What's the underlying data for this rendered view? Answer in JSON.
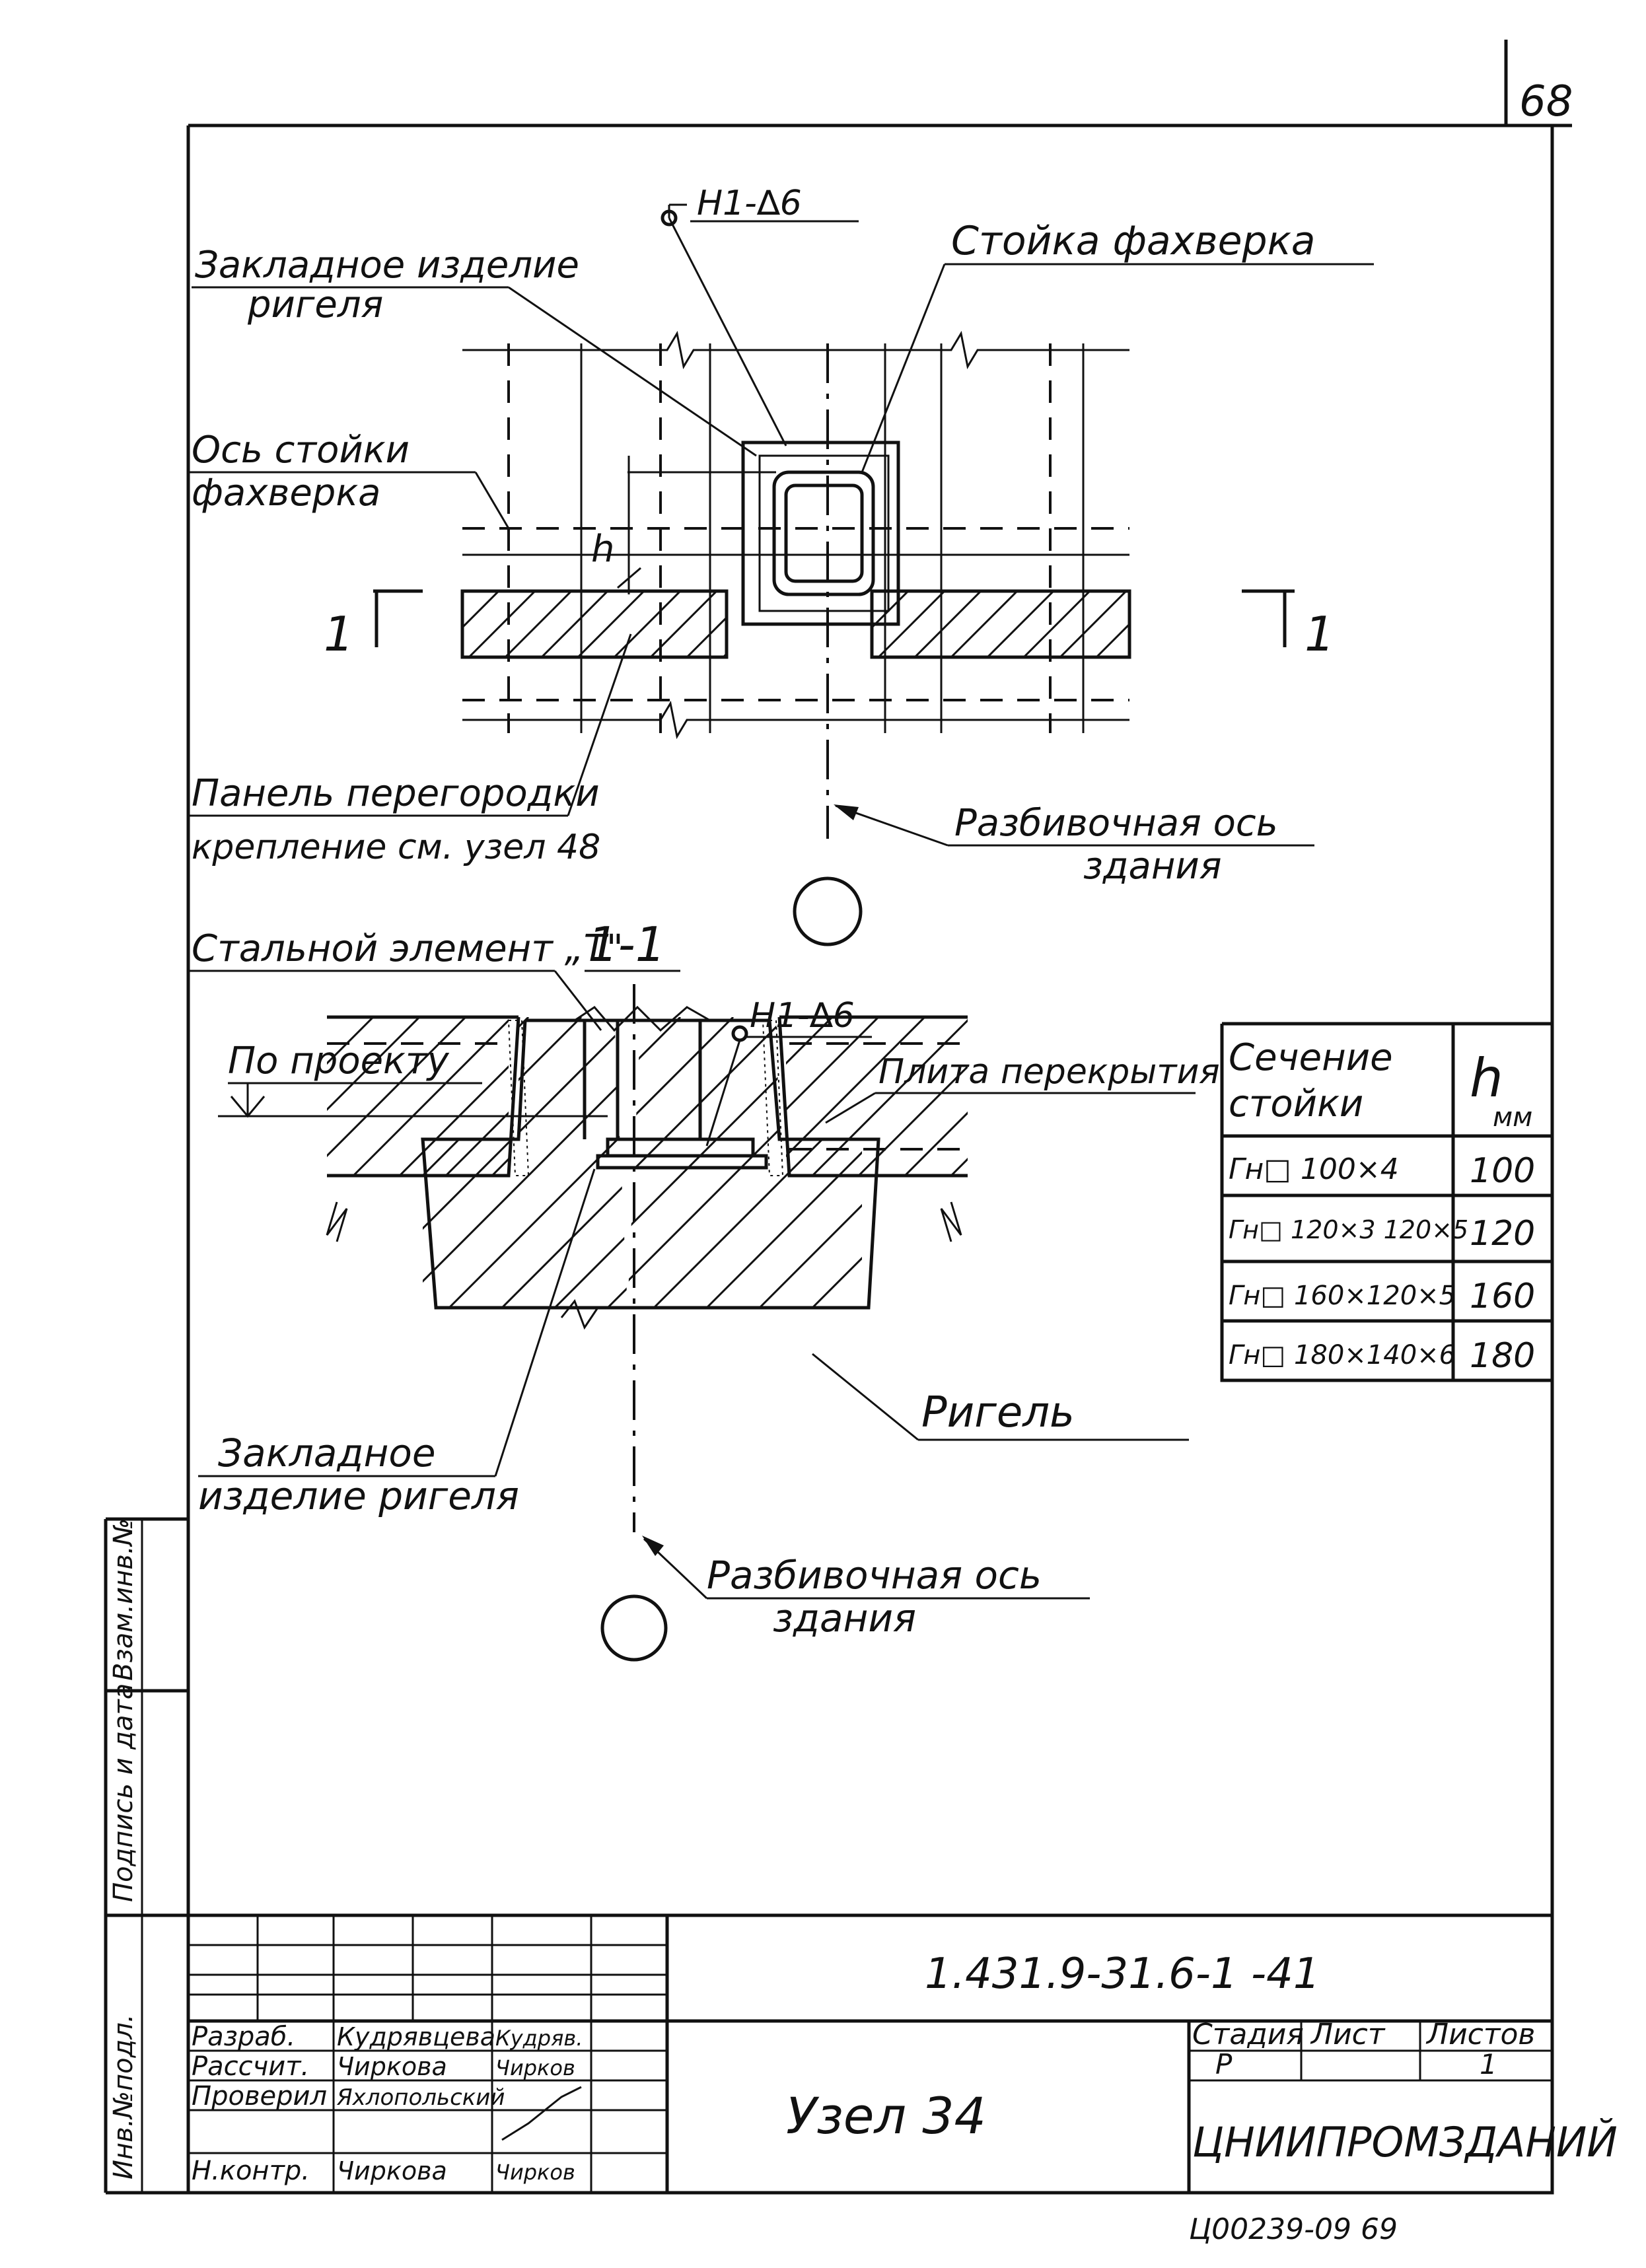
{
  "sheet_number": "68",
  "plan_view": {
    "weld_mark": "Н1-∆6",
    "label_embedded_part": [
      "Закладное изделие",
      "ригеля"
    ],
    "label_post": "Стойка фахверка",
    "label_post_axis": [
      "Ось стойки",
      "фахверка"
    ],
    "dimension_h": "h",
    "section_mark_left": "1",
    "section_mark_right": "1",
    "label_panel": [
      "Панель перегородки",
      "крепление см. узел 48"
    ],
    "label_layout_axis": [
      "Разбивочная ось",
      "здания"
    ]
  },
  "section_view": {
    "label_steel_element": "Стальной элемент „Т\"",
    "section_title": "1-1",
    "weld_mark": "Н1-∆6",
    "label_by_project": "По проекту",
    "label_floor_slab": "Плита перекрытия",
    "label_embedded_part": [
      "Закладное",
      "изделие ригеля"
    ],
    "label_beam": "Ригель",
    "label_layout_axis": [
      "Разбивочная ось",
      "здания"
    ]
  },
  "section_table": {
    "header_section": [
      "Сечение",
      "стойки"
    ],
    "header_h": "h",
    "header_unit": "мм",
    "rows": [
      {
        "section": "Гн□ 100×4",
        "h": "100"
      },
      {
        "section": "Гн□ 120×3 120×5",
        "h": "120"
      },
      {
        "section": "Гн□ 160×120×5",
        "h": "160"
      },
      {
        "section": "Гн□ 180×140×6",
        "h": "180"
      }
    ]
  },
  "side_stamp": [
    "Инв.№подл.",
    "Подпись и дата",
    "Взам.инв.№"
  ],
  "title_block": {
    "document_code": "1.431.9-31.6-1 -41",
    "drawing_title": "Узел 34",
    "organization": "ЦНИИПРОМЗДАНИЙ",
    "stage_header": "Стадия",
    "sheet_header": "Лист",
    "sheets_header": "Листов",
    "stage_value": "Р",
    "sheet_value": "",
    "sheets_value": "1",
    "staff": [
      {
        "role": "Разраб.",
        "name": "Кудрявцева",
        "signature": "Кудряв."
      },
      {
        "role": "Рассчит.",
        "name": "Чиркова",
        "signature": "Чирков"
      },
      {
        "role": "Проверил",
        "name": "Яхлопольский",
        "signature": ""
      },
      {
        "role": "",
        "name": "",
        "signature": ""
      },
      {
        "role": "Н.контр.",
        "name": "Чиркова",
        "signature": "Чирков"
      }
    ]
  },
  "footer_code": "Ц00239-09 69"
}
